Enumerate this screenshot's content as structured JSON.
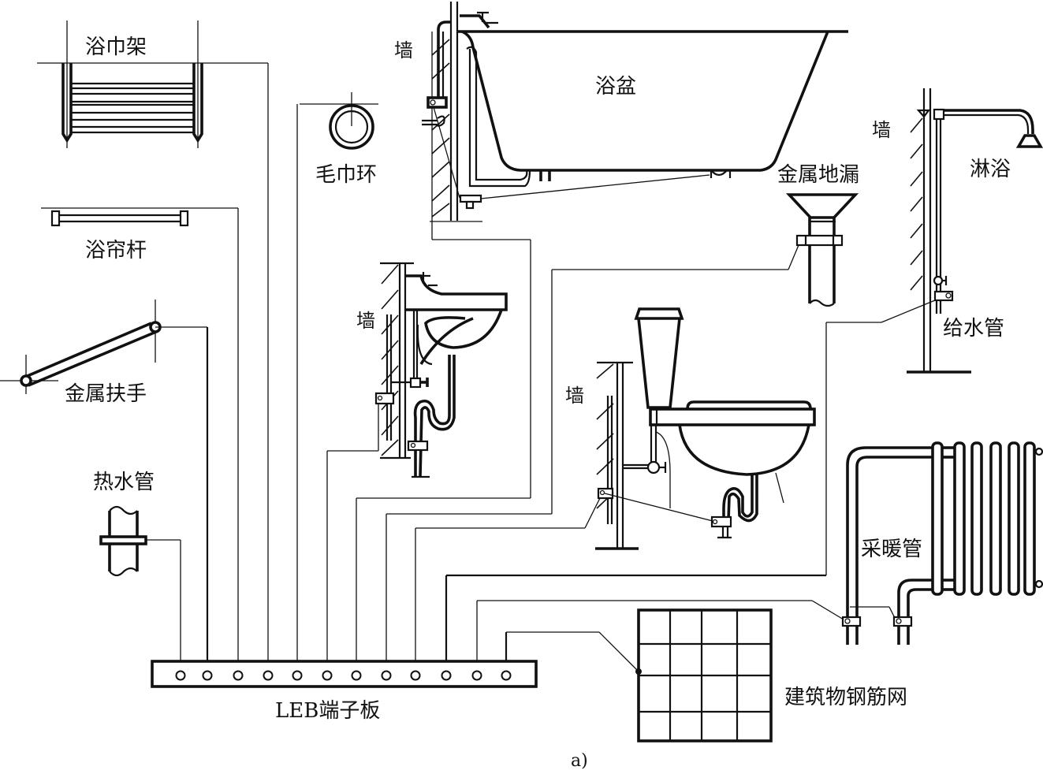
{
  "diagram": {
    "type": "equipotential-bonding-schematic",
    "caption": "a)",
    "stroke_color": "#111111",
    "background": "#ffffff"
  },
  "labels": {
    "towel_rack": "浴巾架",
    "towel_ring": "毛巾环",
    "curtain_rod": "浴帘杆",
    "metal_handrail": "金属扶手",
    "hot_water_pipe": "热水管",
    "bathtub": "浴盆",
    "wall_bathtub": "墙",
    "wall_basin": "墙",
    "wall_toilet": "墙",
    "wall_shower": "墙",
    "metal_floor_drain": "金属地漏",
    "shower": "淋浴",
    "water_supply_pipe": "给水管",
    "heating_pipe": "采暖管",
    "leb_terminal_board": "LEB端子板",
    "rebar_mesh": "建筑物钢筋网"
  },
  "terminal_board": {
    "name": "LEB端子板",
    "terminal_count": 12,
    "connections": [
      {
        "terminal": 1,
        "to": "热水管"
      },
      {
        "terminal": 2,
        "to": "金属扶手"
      },
      {
        "terminal": 3,
        "to": "浴帘杆"
      },
      {
        "terminal": 4,
        "to": "浴巾架"
      },
      {
        "terminal": 5,
        "to": "毛巾环"
      },
      {
        "terminal": 6,
        "to": "洗脸盆"
      },
      {
        "terminal": 7,
        "to": "浴盆"
      },
      {
        "terminal": 8,
        "to": "金属地漏"
      },
      {
        "terminal": 9,
        "to": "坐便器"
      },
      {
        "terminal": 10,
        "to": "给水管"
      },
      {
        "terminal": 11,
        "to": "采暖管"
      },
      {
        "terminal": 12,
        "to": "建筑物钢筋网"
      }
    ]
  },
  "rebar_mesh": {
    "rows": 4,
    "cols": 4
  }
}
